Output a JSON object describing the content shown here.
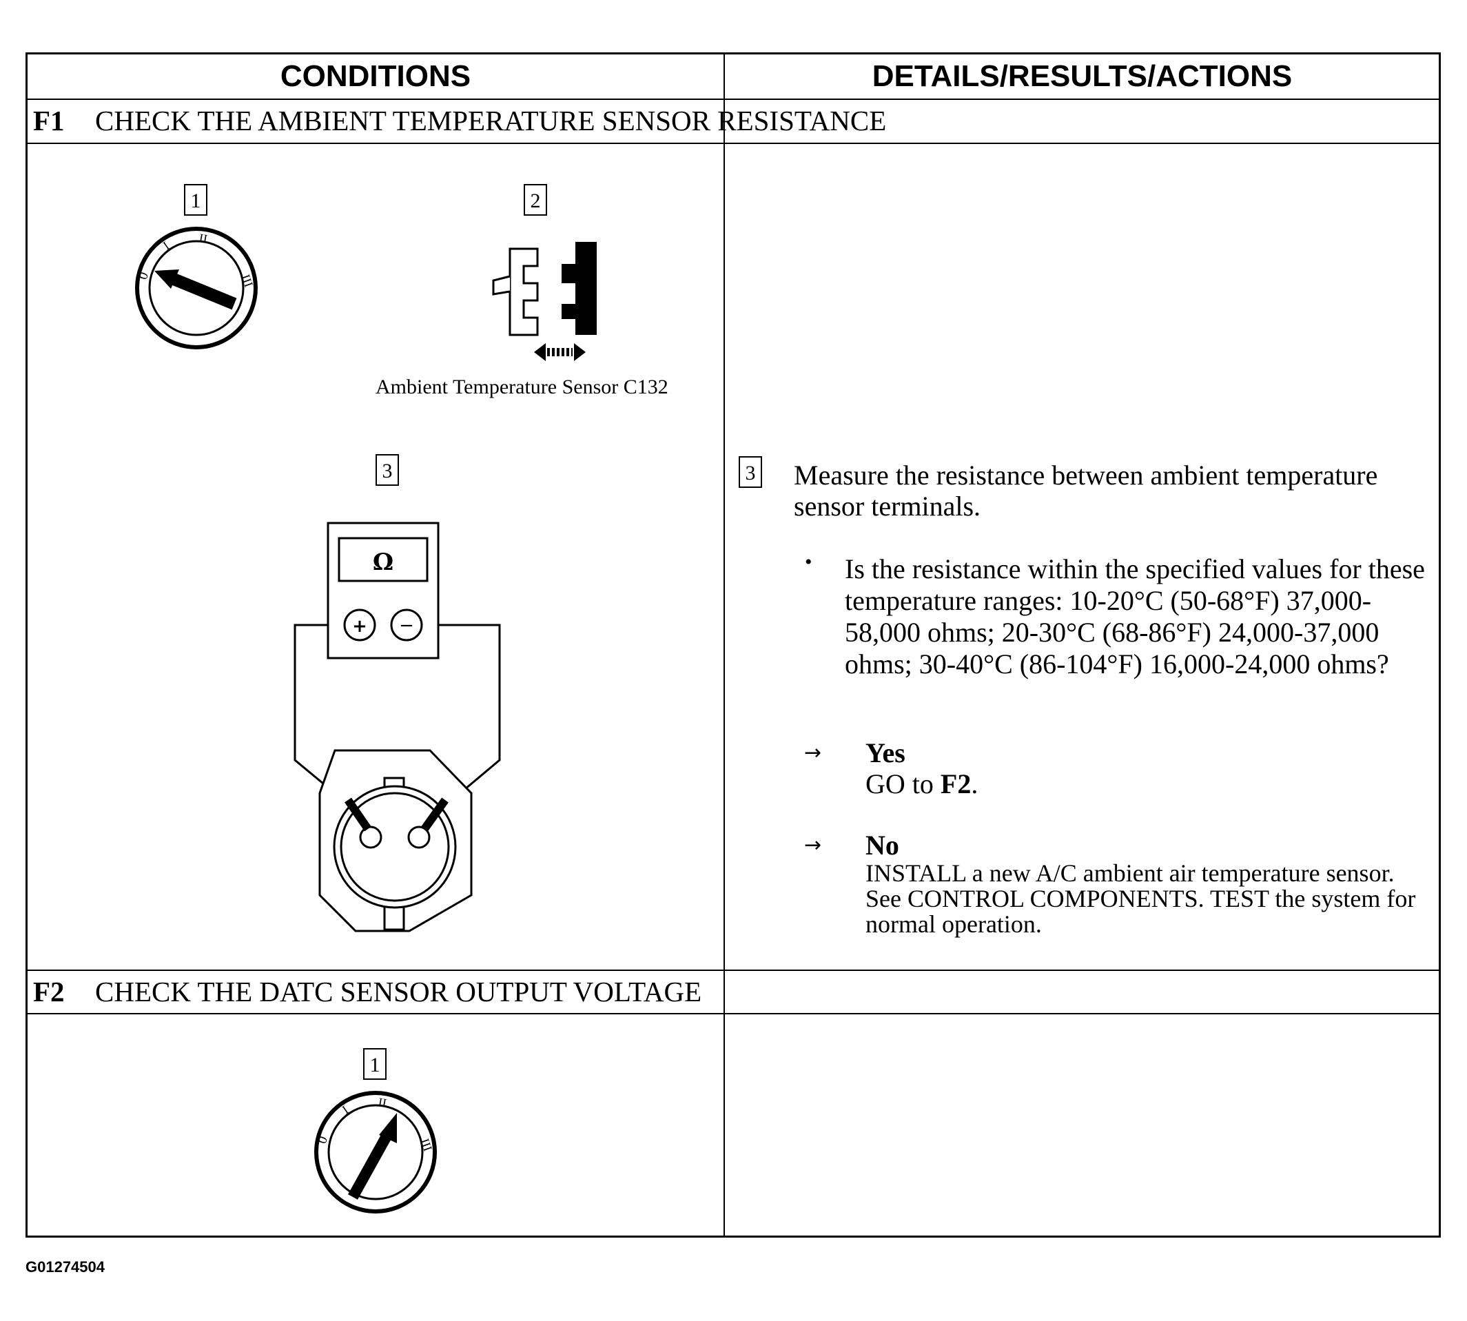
{
  "table": {
    "headers": {
      "conditions": "CONDITIONS",
      "details": "DETAILS/RESULTS/ACTIONS"
    },
    "steps": [
      {
        "code": "F1",
        "title": "CHECK THE AMBIENT TEMPERATURE SENSOR RESISTANCE",
        "markers": [
          "1",
          "2",
          "3"
        ],
        "connector_caption": "Ambient Temperature Sensor C132",
        "meter_symbol": "Ω",
        "detail": {
          "marker": "3",
          "instruction": "Measure the resistance between ambient temperature sensor terminals.",
          "question": "Is the resistance within the specified values for these temperature ranges: 10-20°C (50-68°F) 37,000-58,000 ohms; 20-30°C (68-86°F) 24,000-37,000 ohms; 30-40°C (86-104°F) 16,000-24,000 ohms?",
          "yes_label": "Yes",
          "yes_prefix": "GO to",
          "yes_target": "F2",
          "yes_suffix": ".",
          "no_label": "No",
          "no_action": "INSTALL a new A/C ambient air temperature sensor. See CONTROL COMPONENTS. TEST the system for normal operation."
        }
      },
      {
        "code": "F2",
        "title": "CHECK THE DATC SENSOR OUTPUT VOLTAGE",
        "markers": [
          "1"
        ]
      }
    ]
  },
  "switch_labels": {
    "off": "0",
    "one": "I",
    "two": "II",
    "three": "III"
  },
  "meter_terminals": {
    "positive": "+",
    "negative": "−"
  },
  "footer_code": "G01274504"
}
